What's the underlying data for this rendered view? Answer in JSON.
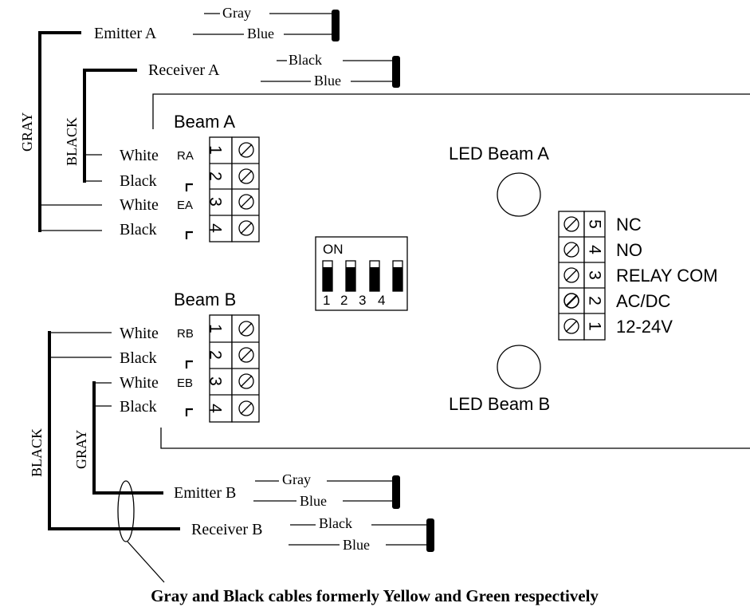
{
  "colors": {
    "ink": "#000000",
    "background": "#ffffff"
  },
  "beam_a": {
    "title": "Beam A",
    "emitter_label": "Emitter A",
    "receiver_label": "Receiver A",
    "emitter_wire_1": "Gray",
    "emitter_wire_2": "Blue",
    "receiver_wire_1": "Black",
    "receiver_wire_2": "Blue",
    "emitter_cable": "GRAY",
    "receiver_cable": "BLACK",
    "terminals": [
      {
        "wire": "White",
        "code": "RA",
        "number": "1"
      },
      {
        "wire": "Black",
        "code": "",
        "number": "2"
      },
      {
        "wire": "White",
        "code": "EA",
        "number": "3"
      },
      {
        "wire": "Black",
        "code": "",
        "number": "4"
      }
    ]
  },
  "beam_b": {
    "title": "Beam B",
    "emitter_label": "Emitter B",
    "receiver_label": "Receiver B",
    "emitter_wire_1": "Gray",
    "emitter_wire_2": "Blue",
    "receiver_wire_1": "Black",
    "receiver_wire_2": "Blue",
    "emitter_cable": "GRAY",
    "receiver_cable": "BLACK",
    "terminals": [
      {
        "wire": "White",
        "code": "RB",
        "number": "1"
      },
      {
        "wire": "Black",
        "code": "",
        "number": "2"
      },
      {
        "wire": "White",
        "code": "EB",
        "number": "3"
      },
      {
        "wire": "Black",
        "code": "",
        "number": "4"
      }
    ]
  },
  "led_a": "LED Beam A",
  "led_b": "LED Beam B",
  "dip_switch": {
    "on_label": "ON",
    "positions": [
      "1",
      "2",
      "3",
      "4"
    ]
  },
  "power_terminal": {
    "numbers": [
      "5",
      "4",
      "3",
      "2",
      "1"
    ],
    "labels": [
      "NC",
      "NO",
      "RELAY COM",
      "AC/DC",
      "12-24V"
    ]
  },
  "footnote": "Gray and Black cables formerly Yellow and Green respectively"
}
